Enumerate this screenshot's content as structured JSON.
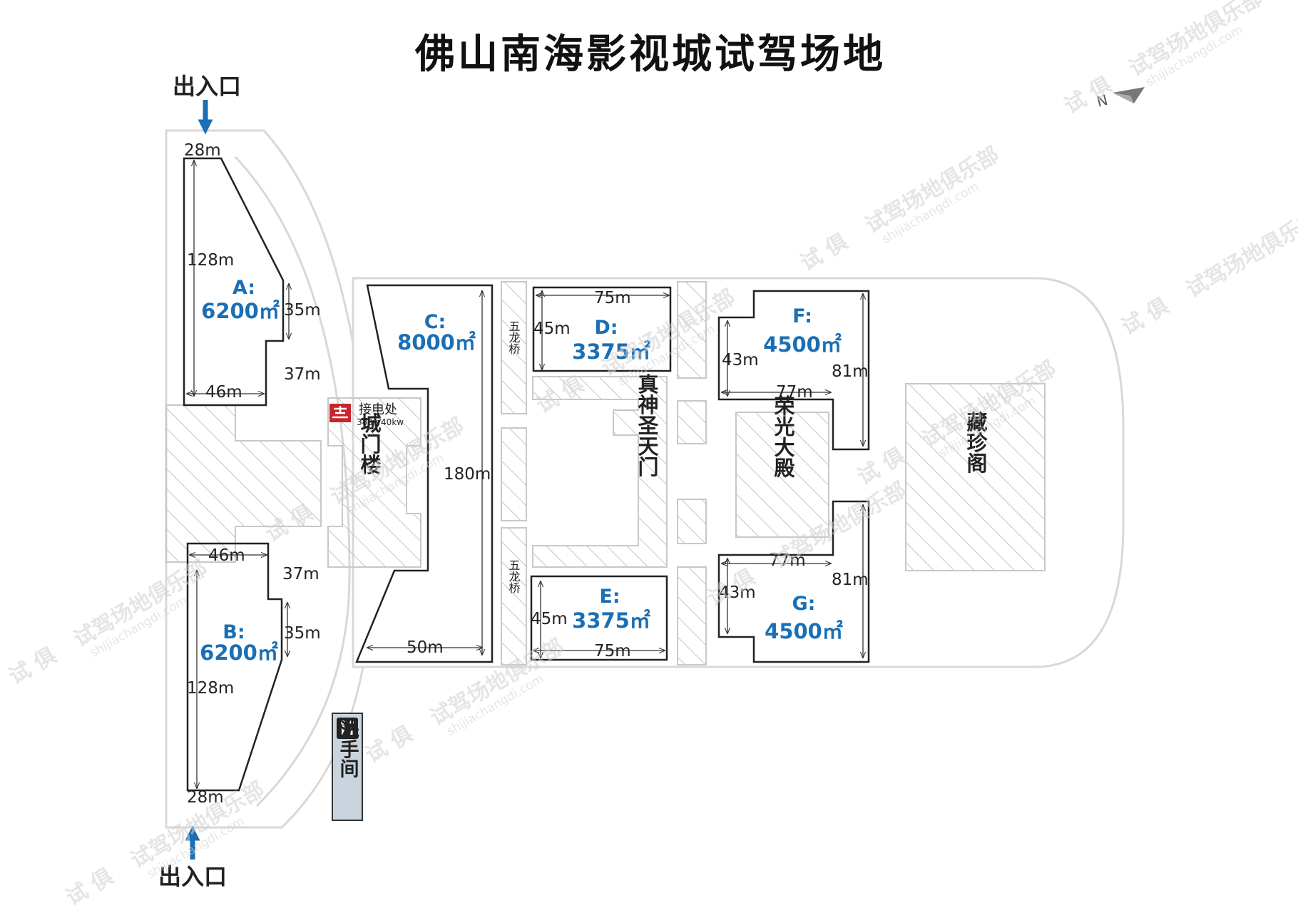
{
  "title": "佛山南海影视城试驾场地",
  "entrances": {
    "top": "出入口",
    "bottom": "出入口"
  },
  "compass": "N",
  "zones": {
    "A": {
      "letter": "A:",
      "area": "6200㎡",
      "dims": [
        "28m",
        "128m",
        "35m",
        "37m",
        "46m"
      ]
    },
    "B": {
      "letter": "B:",
      "area": "6200㎡",
      "dims": [
        "46m",
        "37m",
        "35m",
        "128m",
        "28m"
      ]
    },
    "C": {
      "letter": "C:",
      "area": "8000㎡",
      "dims": [
        "180m",
        "50m"
      ]
    },
    "D": {
      "letter": "D:",
      "area": "3375㎡",
      "dims": [
        "75m",
        "45m"
      ]
    },
    "E": {
      "letter": "E:",
      "area": "3375㎡",
      "dims": [
        "45m",
        "75m"
      ]
    },
    "F": {
      "letter": "F:",
      "area": "4500㎡",
      "dims": [
        "43m",
        "81m",
        "77m"
      ]
    },
    "G": {
      "letter": "G:",
      "area": "4500㎡",
      "dims": [
        "77m",
        "43m",
        "81m"
      ]
    }
  },
  "power": {
    "label": "接电处",
    "spec": "380v/40kw"
  },
  "buildings": {
    "gate_tower": "城门楼",
    "tianmen": "真神圣天门",
    "hall": "荣光大殿",
    "pavilion": "藏珍阁",
    "bridge_top": "五龙桥",
    "bridge_bottom": "五龙桥",
    "restroom": "洗手间"
  },
  "watermark": {
    "cn": "试驾场地俱乐部",
    "en": "shijiachangdi.com",
    "logo": "试 俱"
  }
}
